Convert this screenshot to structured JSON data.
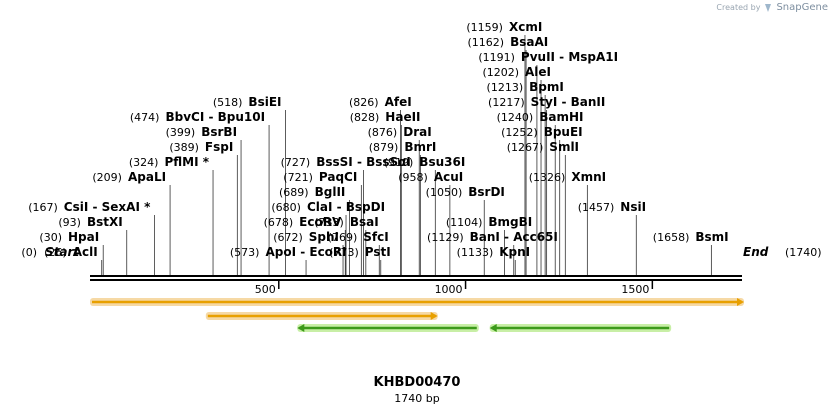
{
  "credit": {
    "prefix": "Created by",
    "brand": "SnapGene",
    "icon": "snapgene-logo-icon"
  },
  "plasmid": {
    "name": "KHBD00470",
    "length_label": "1740 bp",
    "length_bp": 1740
  },
  "ruler": {
    "ticks": [
      500,
      1000,
      1500
    ]
  },
  "ends": {
    "start": "Start",
    "start_pos": "(0)",
    "end": "End",
    "end_pos": "(1740)"
  },
  "sites": [
    {
      "pos": "(26)",
      "name": "AclI",
      "bp": 26,
      "row": 0,
      "side": "L"
    },
    {
      "pos": "(30)",
      "name": "HpaI",
      "bp": 30,
      "row": 1,
      "side": "L"
    },
    {
      "pos": "(93)",
      "name": "BstXI",
      "bp": 93,
      "row": 2,
      "side": "L"
    },
    {
      "pos": "(167)",
      "name": "CsiI  -  SexAI *",
      "bp": 167,
      "row": 3,
      "side": "L"
    },
    {
      "pos": "(209)",
      "name": "ApaLI",
      "bp": 209,
      "row": 5,
      "side": "L"
    },
    {
      "pos": "(324)",
      "name": "PflMI *",
      "bp": 324,
      "row": 6,
      "side": "L"
    },
    {
      "pos": "(389)",
      "name": "FspI",
      "bp": 389,
      "row": 7,
      "side": "L"
    },
    {
      "pos": "(399)",
      "name": "BsrBI",
      "bp": 399,
      "row": 8,
      "side": "L"
    },
    {
      "pos": "(474)",
      "name": "BbvCI  -  Bpu10I",
      "bp": 474,
      "row": 9,
      "side": "L"
    },
    {
      "pos": "(518)",
      "name": "BsiEI",
      "bp": 518,
      "row": 10,
      "side": "L"
    },
    {
      "pos": "(573)",
      "name": "ApoI  -  EcoRI",
      "bp": 573,
      "row": 0,
      "side": "M"
    },
    {
      "pos": "(672)",
      "name": "SphI",
      "bp": 672,
      "row": 1,
      "side": "L"
    },
    {
      "pos": "(678)",
      "name": "EcoRV",
      "bp": 678,
      "row": 2,
      "side": "L"
    },
    {
      "pos": "(680)",
      "name": "ClaI  -  BspDI",
      "bp": 680,
      "row": 3,
      "side": "M"
    },
    {
      "pos": "(689)",
      "name": "BglII",
      "bp": 689,
      "row": 4,
      "side": "L"
    },
    {
      "pos": "(721)",
      "name": "PaqCI",
      "bp": 721,
      "row": 5,
      "side": "L"
    },
    {
      "pos": "(727)",
      "name": "BssSI  -  BssSαI",
      "bp": 727,
      "row": 6,
      "side": "M"
    },
    {
      "pos": "(733)",
      "name": "BsaI",
      "bp": 733,
      "row": 2,
      "side": "R"
    },
    {
      "pos": "(769)",
      "name": "SfcI",
      "bp": 769,
      "row": 1,
      "side": "R"
    },
    {
      "pos": "(773)",
      "name": "PstI",
      "bp": 773,
      "row": 0,
      "side": "R"
    },
    {
      "pos": "(826)",
      "name": "AfeI",
      "bp": 826,
      "row": 10,
      "side": "R"
    },
    {
      "pos": "(828)",
      "name": "HaeII",
      "bp": 828,
      "row": 9,
      "side": "R"
    },
    {
      "pos": "(876)",
      "name": "DraI",
      "bp": 876,
      "row": 8,
      "side": "R"
    },
    {
      "pos": "(879)",
      "name": "BmrI",
      "bp": 879,
      "row": 7,
      "side": "R"
    },
    {
      "pos": "(919)",
      "name": "Bsu36I",
      "bp": 919,
      "row": 6,
      "side": "R"
    },
    {
      "pos": "(958)",
      "name": "AcuI",
      "bp": 958,
      "row": 5,
      "side": "R"
    },
    {
      "pos": "(1050)",
      "name": "BsrDI",
      "bp": 1050,
      "row": 4,
      "side": "R"
    },
    {
      "pos": "(1104)",
      "name": "BmgBI",
      "bp": 1104,
      "row": 2,
      "side": "R"
    },
    {
      "pos": "(1129)",
      "name": "BanI  -  Acc65I",
      "bp": 1129,
      "row": 1,
      "side": "M"
    },
    {
      "pos": "(1133)",
      "name": "KpnI",
      "bp": 1133,
      "row": 0,
      "side": "R"
    },
    {
      "pos": "(1159)",
      "name": "XcmI",
      "bp": 1159,
      "row": 15,
      "side": "R"
    },
    {
      "pos": "(1162)",
      "name": "BsaAI",
      "bp": 1162,
      "row": 14,
      "side": "R"
    },
    {
      "pos": "(1191)",
      "name": "PvuII  -  MspA1I",
      "bp": 1191,
      "row": 13,
      "side": "R"
    },
    {
      "pos": "(1202)",
      "name": "AleI",
      "bp": 1202,
      "row": 12,
      "side": "R"
    },
    {
      "pos": "(1213)",
      "name": "BpmI",
      "bp": 1213,
      "row": 11,
      "side": "R"
    },
    {
      "pos": "(1217)",
      "name": "StyI  -  BanII",
      "bp": 1217,
      "row": 10,
      "side": "R"
    },
    {
      "pos": "(1240)",
      "name": "BamHI",
      "bp": 1240,
      "row": 9,
      "side": "R"
    },
    {
      "pos": "(1252)",
      "name": "BpuEI",
      "bp": 1252,
      "row": 8,
      "side": "R"
    },
    {
      "pos": "(1267)",
      "name": "SmlI",
      "bp": 1267,
      "row": 7,
      "side": "R"
    },
    {
      "pos": "(1326)",
      "name": "XmnI",
      "bp": 1326,
      "row": 5,
      "side": "R"
    },
    {
      "pos": "(1457)",
      "name": "NsiI",
      "bp": 1457,
      "row": 3,
      "side": "R"
    },
    {
      "pos": "(1658)",
      "name": "BsmI",
      "bp": 1658,
      "row": 1,
      "side": "R"
    }
  ],
  "features": [
    {
      "color": "#e8a000",
      "glow": "#f6d9a5",
      "start": 0,
      "end": 1740,
      "direction": "forward"
    },
    {
      "color": "#e8a000",
      "glow": "#f6d9a5",
      "start": 310,
      "end": 920,
      "direction": "forward"
    },
    {
      "color": "#3c9a1a",
      "glow": "#c8efa6",
      "start": 555,
      "end": 1030,
      "direction": "reverse"
    },
    {
      "color": "#3c9a1a",
      "glow": "#c8efa6",
      "start": 1070,
      "end": 1545,
      "direction": "reverse"
    }
  ]
}
